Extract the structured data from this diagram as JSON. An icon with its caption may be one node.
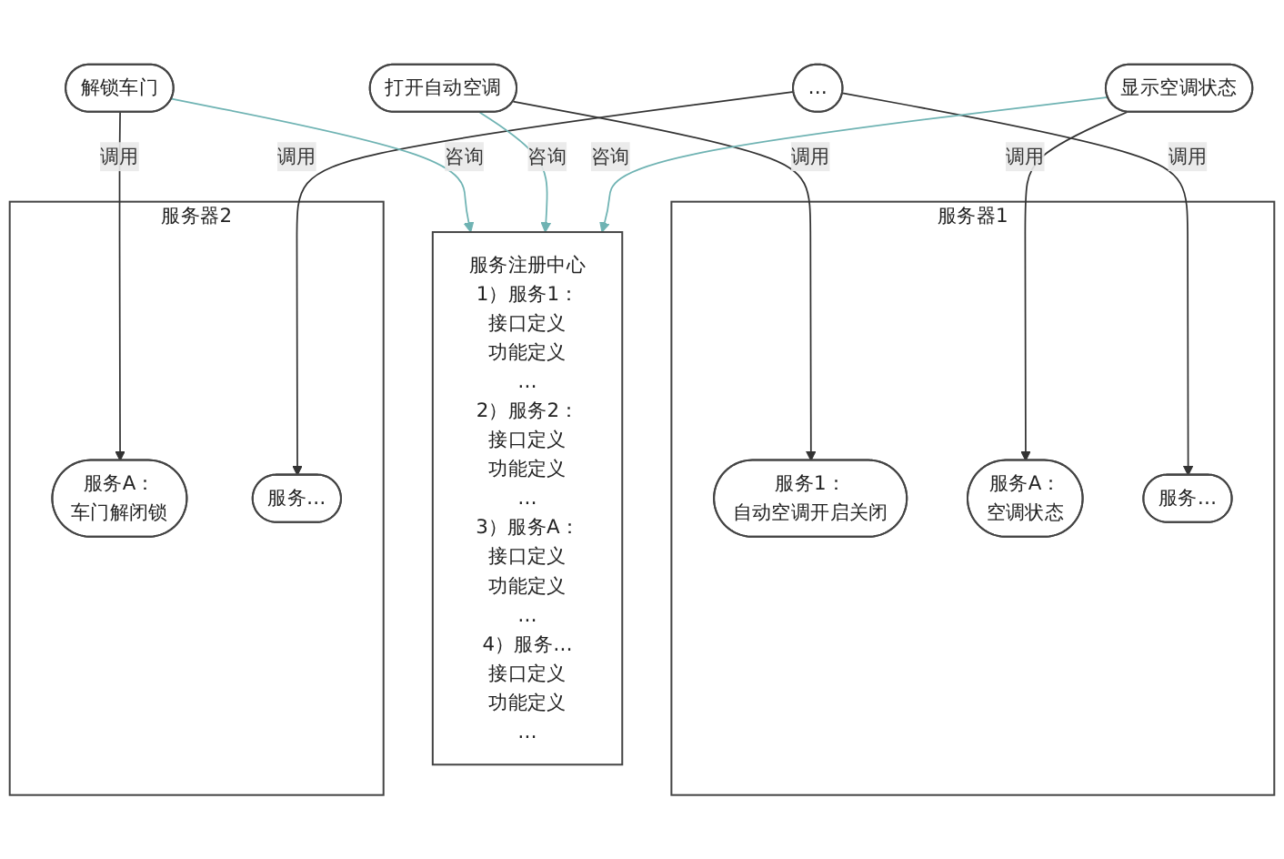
{
  "diagram": {
    "nodes": [
      {
        "text": [
          "解锁车门"
        ]
      },
      {
        "text": [
          "打开自动空调"
        ]
      },
      {
        "text": [
          "显示空调状态"
        ]
      },
      {
        "text": [
          "…"
        ]
      },
      {
        "text": [
          "服务注册中心",
          "1）服务1：",
          "接口定义",
          "功能定义",
          "…",
          "2）服务2：",
          "接口定义",
          "功能定义",
          "…",
          "3）服务A：",
          "接口定义",
          "功能定义",
          "…",
          "4）服务…",
          "接口定义",
          "功能定义",
          "…"
        ]
      },
      {
        "text": [
          "服务器1"
        ]
      },
      {
        "text": [
          "服务1：",
          "自动空调开启关闭"
        ],
        "in": 5
      },
      {
        "text": [
          "服务A：",
          "空调状态"
        ],
        "in": 5
      },
      {
        "text": [
          "服务…"
        ],
        "in": 5
      },
      {
        "text": [
          "服务器2"
        ]
      },
      {
        "text": [
          "服务A：",
          "车门解闭锁"
        ],
        "in": 9
      },
      {
        "text": [
          "服务…"
        ],
        "in": 9
      }
    ],
    "edges": [
      {
        "from": 1,
        "to": 6,
        "arrow": "to",
        "label": "调用"
      },
      {
        "from": 2,
        "to": 7,
        "arrow": "to",
        "label": "调用"
      },
      {
        "from": 3,
        "to": 8,
        "arrow": "to",
        "label": "调用"
      },
      {
        "from": 0,
        "to": 10,
        "arrow": "to",
        "label": "调用"
      },
      {
        "from": 3,
        "to": 11,
        "arrow": "to",
        "label": "调用"
      },
      {
        "from": 0,
        "to": 4,
        "arrow": "to",
        "label": "咨询",
        "color": "#6fb3b3"
      },
      {
        "from": 1,
        "to": 4,
        "arrow": "to",
        "label": "咨询",
        "color": "#6fb3b3"
      },
      {
        "from": 2,
        "to": 4,
        "arrow": "to",
        "label": "咨询",
        "color": "#6fb3b3"
      }
    ]
  }
}
